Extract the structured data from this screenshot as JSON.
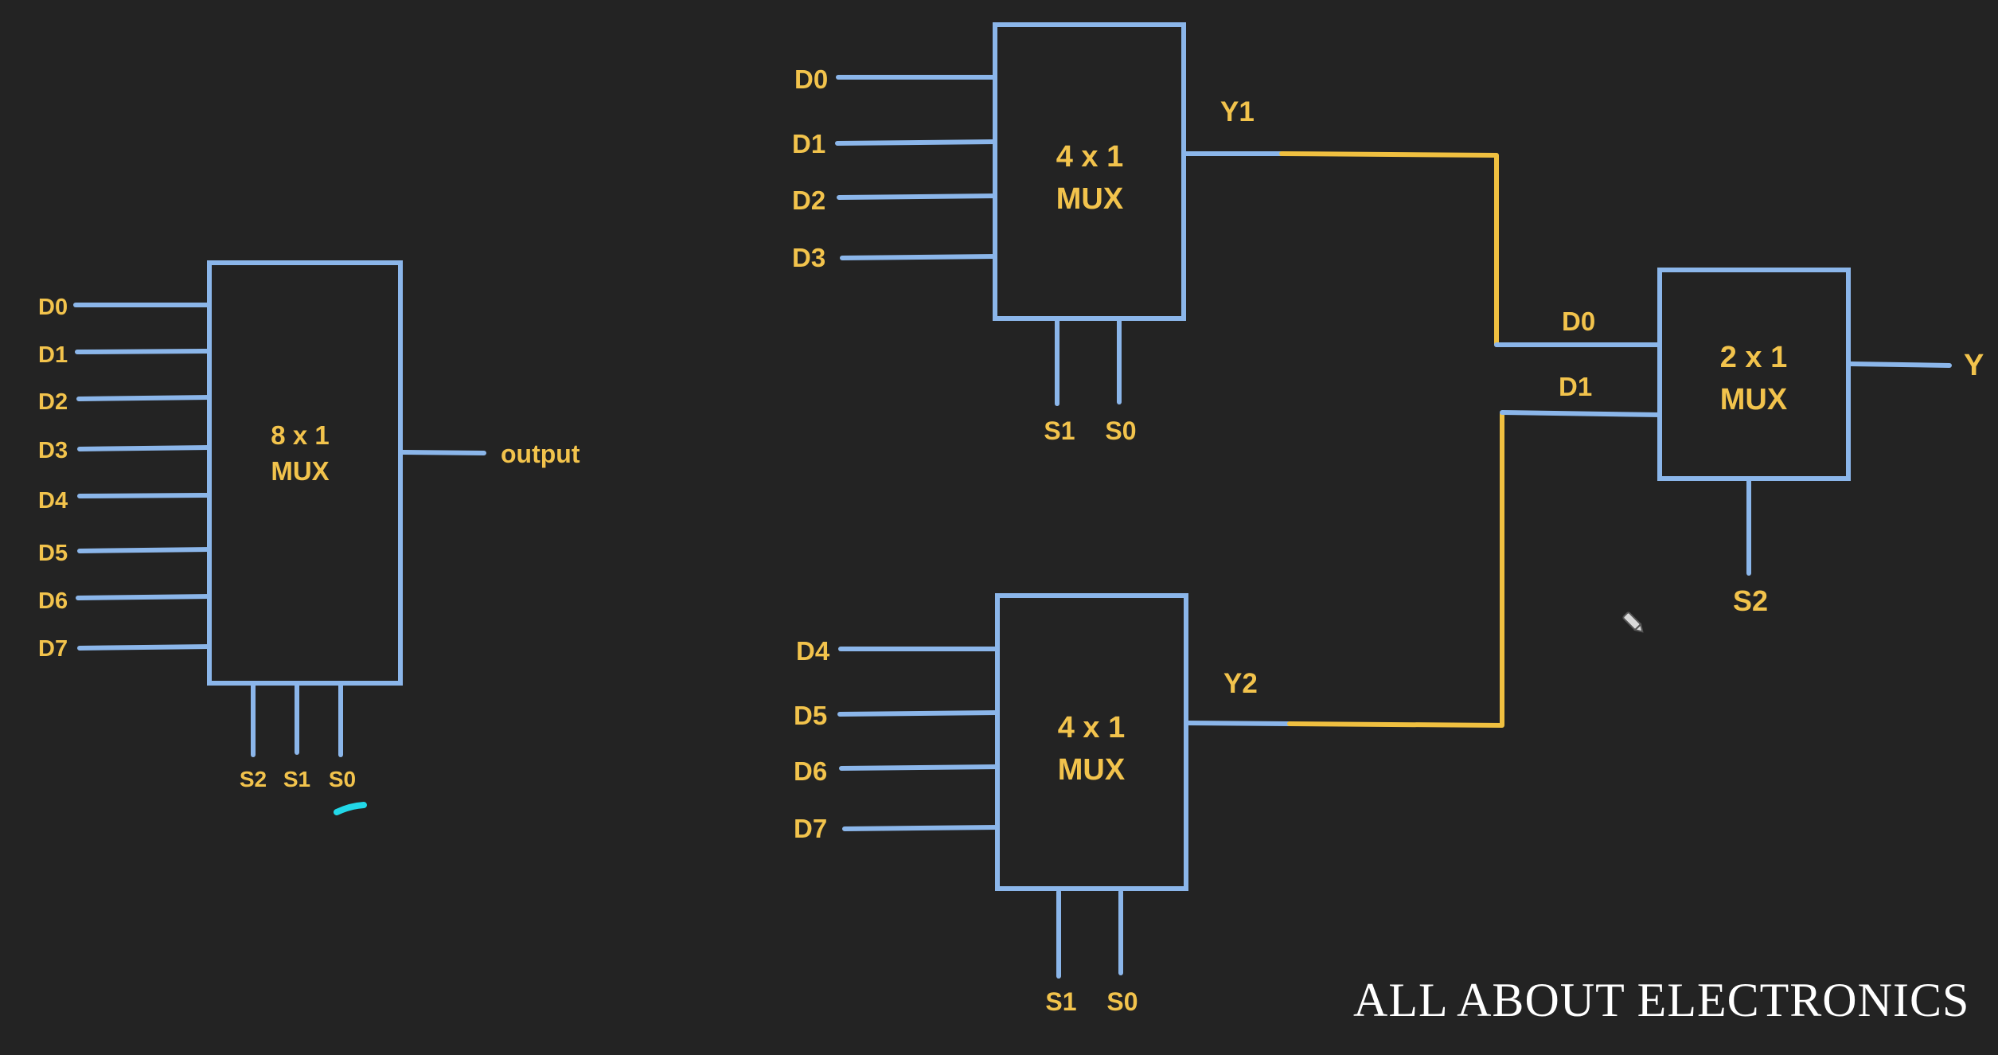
{
  "mux8": {
    "inputs": [
      "D0",
      "D1",
      "D2",
      "D3",
      "D4",
      "D5",
      "D6",
      "D7"
    ],
    "title_line1": "8 x 1",
    "title_line2": "MUX",
    "selects": [
      "S2",
      "S1",
      "S0"
    ],
    "output_label": "output"
  },
  "mux4_top": {
    "inputs": [
      "D0",
      "D1",
      "D2",
      "D3"
    ],
    "title_line1": "4 x 1",
    "title_line2": "MUX",
    "selects": [
      "S1",
      "S0"
    ],
    "output_label": "Y1"
  },
  "mux4_bottom": {
    "inputs": [
      "D4",
      "D5",
      "D6",
      "D7"
    ],
    "title_line1": "4 x 1",
    "title_line2": "MUX",
    "selects": [
      "S1",
      "S0"
    ],
    "output_label": "Y2"
  },
  "mux2": {
    "inputs": [
      "D0",
      "D1"
    ],
    "title_line1": "2 x 1",
    "title_line2": "MUX",
    "selects": [
      "S2"
    ],
    "output_label": "Y"
  },
  "brand": "ALL ABOUT ELECTRONICS",
  "colors": {
    "background": "#232323",
    "wire": "#8bb6ea",
    "label": "#f2c34c",
    "highlight_wire": "#f0c040",
    "annotation_mark": "#22d8e8"
  }
}
